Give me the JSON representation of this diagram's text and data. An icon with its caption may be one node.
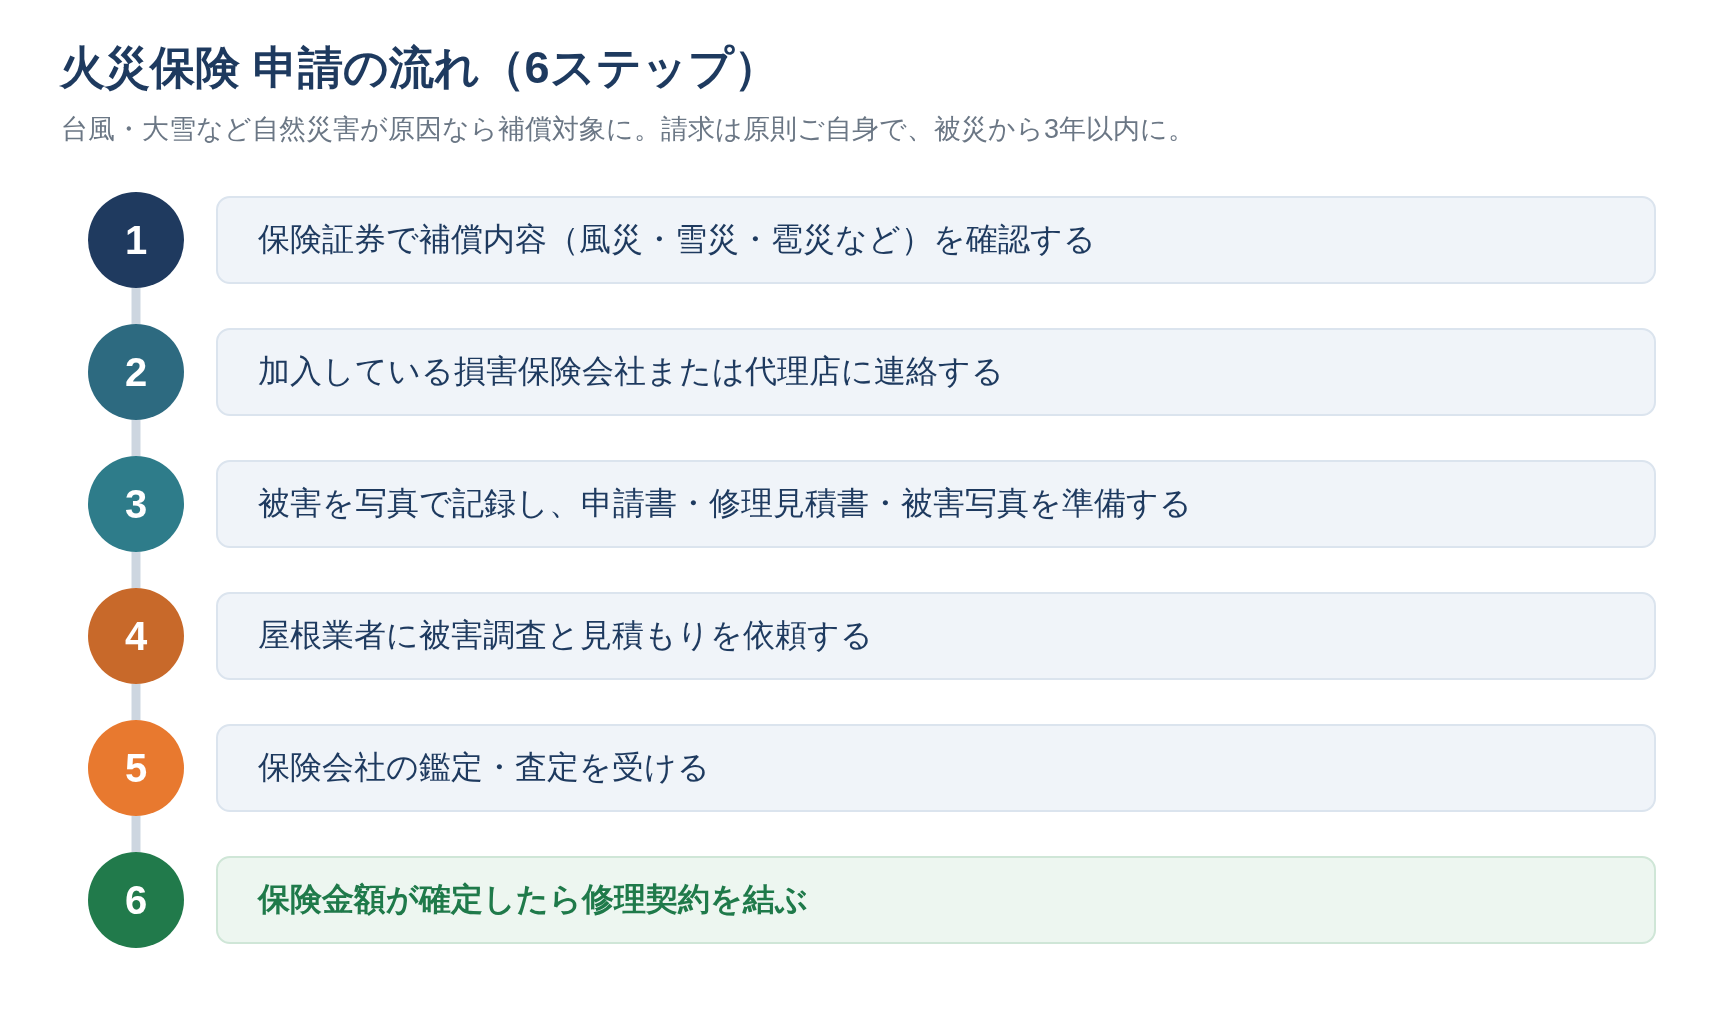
{
  "diagram": {
    "title": "火災保険 申請の流れ（6ステップ）",
    "nodes": [
      {
        "text": [
          "1"
        ]
      },
      {
        "text": [
          "保険証券で補償内容（風災・雪災・雹災など）を確認する"
        ]
      },
      {
        "text": [
          "2"
        ]
      },
      {
        "text": [
          "加入している損害保険会社または代理店に連絡する"
        ]
      },
      {
        "text": [
          "3"
        ]
      },
      {
        "text": [
          "被害を写真で記録し、申請書・修理見積書・被害写真を準備する"
        ]
      },
      {
        "text": [
          "4"
        ]
      },
      {
        "text": [
          "屋根業者に被害調査と見積もりを依頼する"
        ]
      },
      {
        "text": [
          "5"
        ]
      },
      {
        "text": [
          "保険会社の鑑定・査定を受ける"
        ]
      },
      {
        "text": [
          "6"
        ]
      },
      {
        "text": [
          "保険金額が確定したら修理契約を結ぶ"
        ]
      }
    ],
    "edges": [
      {
        "from": 0,
        "to": 2,
        "arrow": "none"
      },
      {
        "from": 2,
        "to": 4,
        "arrow": "none"
      },
      {
        "from": 4,
        "to": 6,
        "arrow": "none"
      },
      {
        "from": 6,
        "to": 8,
        "arrow": "none"
      },
      {
        "from": 8,
        "to": 10,
        "arrow": "none"
      }
    ],
    "labels": [
      "台風・大雪など自然災害が原因なら補償対象に。請求は原則ご自身で、被災から3年以内に。"
    ]
  }
}
